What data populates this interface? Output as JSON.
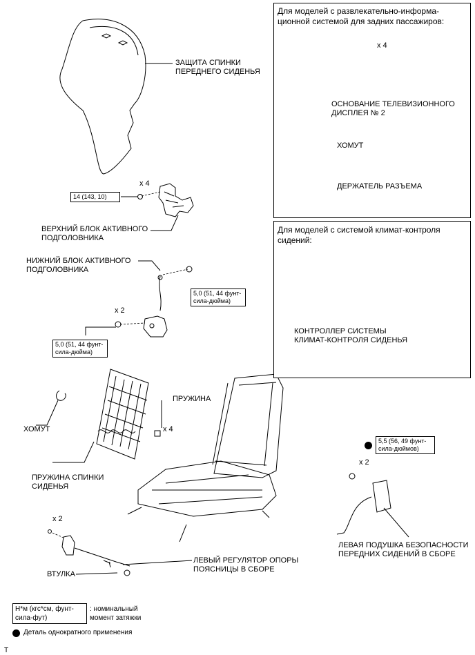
{
  "panels": {
    "rear_entertainment": {
      "heading": "Для моделей с развлекательно-информа-\nционной системой для задних пассажиров:",
      "screw_count": "x 4",
      "base_label": "ОСНОВАНИЕ ТЕЛЕВИЗИОННОГО\nДИСПЛЕЯ № 2",
      "clamp_label": "ХОМУТ",
      "holder_label": "ДЕРЖАТЕЛЬ РАЗЪЕМА"
    },
    "climate": {
      "heading": "Для моделей с системой климат-контроля\nсидений:",
      "controller_label": "КОНТРОЛЛЕР СИСТЕМЫ\nКЛИМАТ-КОНТРОЛЯ СИДЕНЬЯ"
    }
  },
  "labels": {
    "seatback_cover": "ЗАЩИТА СПИНКИ\nПЕРЕДНЕГО СИДЕНЬЯ",
    "upper_headrest": "ВЕРХНИЙ БЛОК АКТИВНОГО\nПОДГОЛОВНИКА",
    "lower_headrest": "НИЖНИЙ БЛОК АКТИВНОГО\nПОДГОЛОВНИКА",
    "clamp": "ХОМУТ",
    "spring": "ПРУЖИНА",
    "seatback_spring": "ПРУЖИНА СПИНКИ\nСИДЕНЬЯ",
    "lumbar": "ЛЕВЫЙ РЕГУЛЯТОР ОПОРЫ\nПОЯСНИЦЫ В СБОРЕ",
    "bushing": "ВТУЛКА",
    "airbag": "ЛЕВАЯ ПОДУШКА БЕЗОПАСНОСТИ\nПЕРЕДНИХ СИДЕНИЙ В СБОРЕ"
  },
  "counts": {
    "upper_headrest": "x 4",
    "lower_headrest": "x 2",
    "spring": "x 4",
    "airbag": "x 2",
    "lumbar": "x 2"
  },
  "torques": {
    "upper": "14 (143, 10)",
    "lower_top": "5,0 (51, 44 фунт-\nсила-дюйма)",
    "lower_bottom": "5,0 (51, 44 фунт-\nсила-дюйма)",
    "airbag": "5,5 (56, 49 фунт-\nсила-дюймов)"
  },
  "legend": {
    "torque_unit": "Н*м (кгс*см, фунт-\nсила-фут)",
    "torque_desc": ": номинальный\nмомент затяжки",
    "single_use": "Деталь однократного применения"
  },
  "footer": {
    "letter": "T"
  }
}
